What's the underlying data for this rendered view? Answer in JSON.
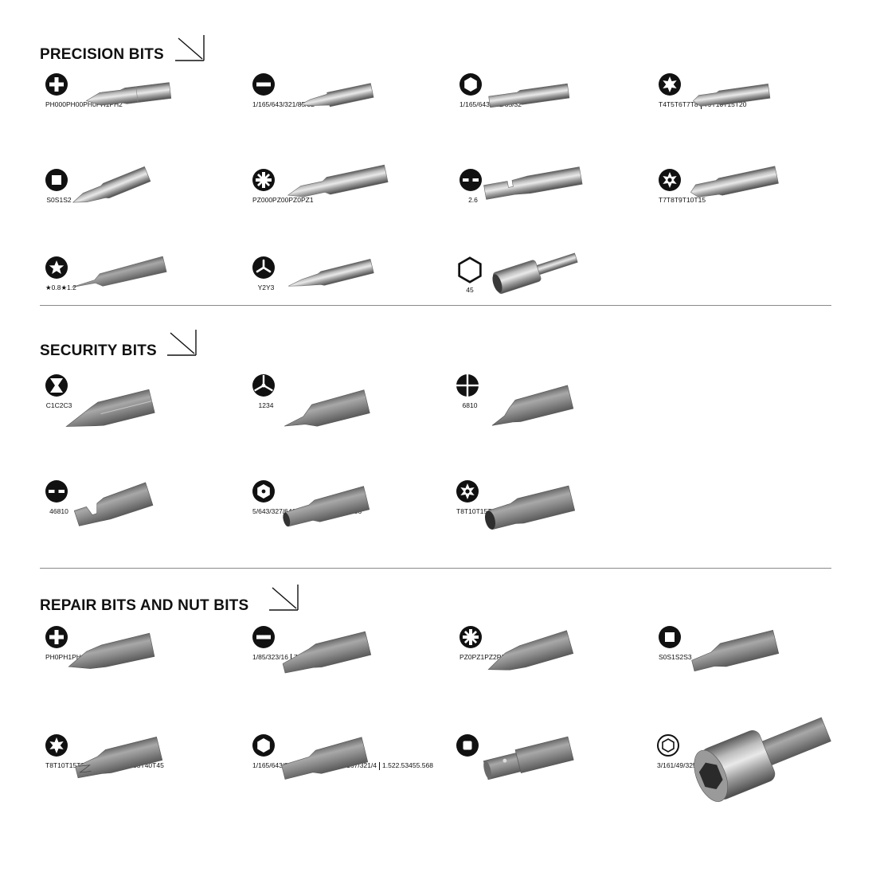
{
  "sections": {
    "precision": {
      "title": "PRECISION BITS"
    },
    "security": {
      "title": "SECURITY BITS"
    },
    "repair": {
      "title": "REPAIR BITS AND NUT BITS"
    }
  },
  "items": {
    "p1": {
      "icon": "phillips-icon",
      "col1": [
        "PH000",
        "PH00",
        "PH0",
        "PH1",
        "PH2"
      ]
    },
    "p2": {
      "icon": "slotted-icon",
      "col1": [
        "1/16",
        "5/64",
        "3/32",
        "1/8",
        "5/32"
      ]
    },
    "p3": {
      "icon": "hex-icon",
      "col1": [
        "1/16",
        "5/64",
        "3/32",
        "1/8",
        "5/32"
      ]
    },
    "p4": {
      "icon": "torx-icon",
      "col1": [
        "T4",
        "T5",
        "T6",
        "T7",
        "T8"
      ],
      "col2": [
        "T9",
        "T10",
        "T15",
        "T20"
      ]
    },
    "p5": {
      "icon": "square-icon",
      "col1": [
        "S0",
        "S1",
        "S2"
      ]
    },
    "p6": {
      "icon": "pozidriv-icon",
      "col1": [
        "PZ000",
        "PZ00",
        "PZ0",
        "PZ1"
      ]
    },
    "p7": {
      "icon": "spanner-icon",
      "col1": [
        "2.6"
      ]
    },
    "p8": {
      "icon": "torx-security-icon",
      "col1": [
        "T7",
        "T8",
        "T9",
        "T10",
        "T15"
      ]
    },
    "p9": {
      "icon": "pentalobe-icon",
      "col1": [
        "★0.8",
        "★1.2"
      ]
    },
    "p10": {
      "icon": "tri-wing-y-icon",
      "col1": [
        "Y2",
        "Y3"
      ]
    },
    "p11": {
      "icon": "hex-socket-icon",
      "col1": [
        "4",
        "5"
      ]
    },
    "s1": {
      "icon": "clutch-icon",
      "col1": [
        "C1",
        "C2",
        "C3"
      ]
    },
    "s2": {
      "icon": "tri-wing-icon",
      "col1": [
        "1",
        "2",
        "3",
        "4"
      ]
    },
    "s3": {
      "icon": "quad-point-icon",
      "col1": [
        "6",
        "8",
        "10"
      ]
    },
    "s4": {
      "icon": "spanner-icon",
      "col1": [
        "4",
        "6",
        "8",
        "10"
      ]
    },
    "s5": {
      "icon": "hex-security-icon",
      "col1": [
        "5/64",
        "3/32",
        "7/64",
        "1/8",
        "9/64",
        "5/32"
      ],
      "col2": [
        "2",
        "2.5",
        "3",
        "4",
        "5",
        "6"
      ]
    },
    "s6": {
      "icon": "torx-security-icon",
      "col1": [
        "T8",
        "T10",
        "T15",
        "T20"
      ],
      "col2": [
        "T25",
        "T27",
        "T30",
        "T35",
        "T40"
      ]
    },
    "r1": {
      "icon": "phillips-icon",
      "col1": [
        "PH0",
        "PH1",
        "PH2",
        "PH3",
        "PH4"
      ]
    },
    "r2": {
      "icon": "slotted-icon",
      "col1": [
        "1/8",
        "5/32",
        "3/16"
      ],
      "col2": [
        "7/32",
        "1/4",
        "9/32",
        "5/16"
      ]
    },
    "r3": {
      "icon": "pozidriv-icon",
      "col1": [
        "PZ0",
        "PZ1",
        "PZ2",
        "PZ3",
        "PZ4"
      ]
    },
    "r4": {
      "icon": "square-icon",
      "col1": [
        "S0",
        "S1",
        "S2",
        "S3"
      ]
    },
    "r5": {
      "icon": "torx-icon",
      "col1": [
        "T8",
        "T10",
        "T15",
        "T20",
        "T25"
      ],
      "col2": [
        "T27",
        "T30",
        "T35",
        "T40",
        "T45"
      ]
    },
    "r6": {
      "icon": "hex-icon",
      "col1": [
        "1/16",
        "5/64",
        "3/32",
        "7/64",
        "1/8",
        "9/64",
        "5/32",
        "3/16",
        "7/32",
        "1/4"
      ],
      "col2": [
        "1.5",
        "2",
        "2.5",
        "3",
        "4",
        "5",
        "5.5",
        "6",
        "8"
      ]
    },
    "r7": {
      "icon": "socket-adapter-icon",
      "col1": []
    },
    "r8": {
      "icon": "hex-nut-icon",
      "col1": [
        "3/16",
        "1/4",
        "9/32",
        "5/16",
        "11/32",
        "3/8"
      ],
      "col2": [
        "5",
        "6",
        "7",
        "8",
        "9",
        "10"
      ]
    }
  }
}
